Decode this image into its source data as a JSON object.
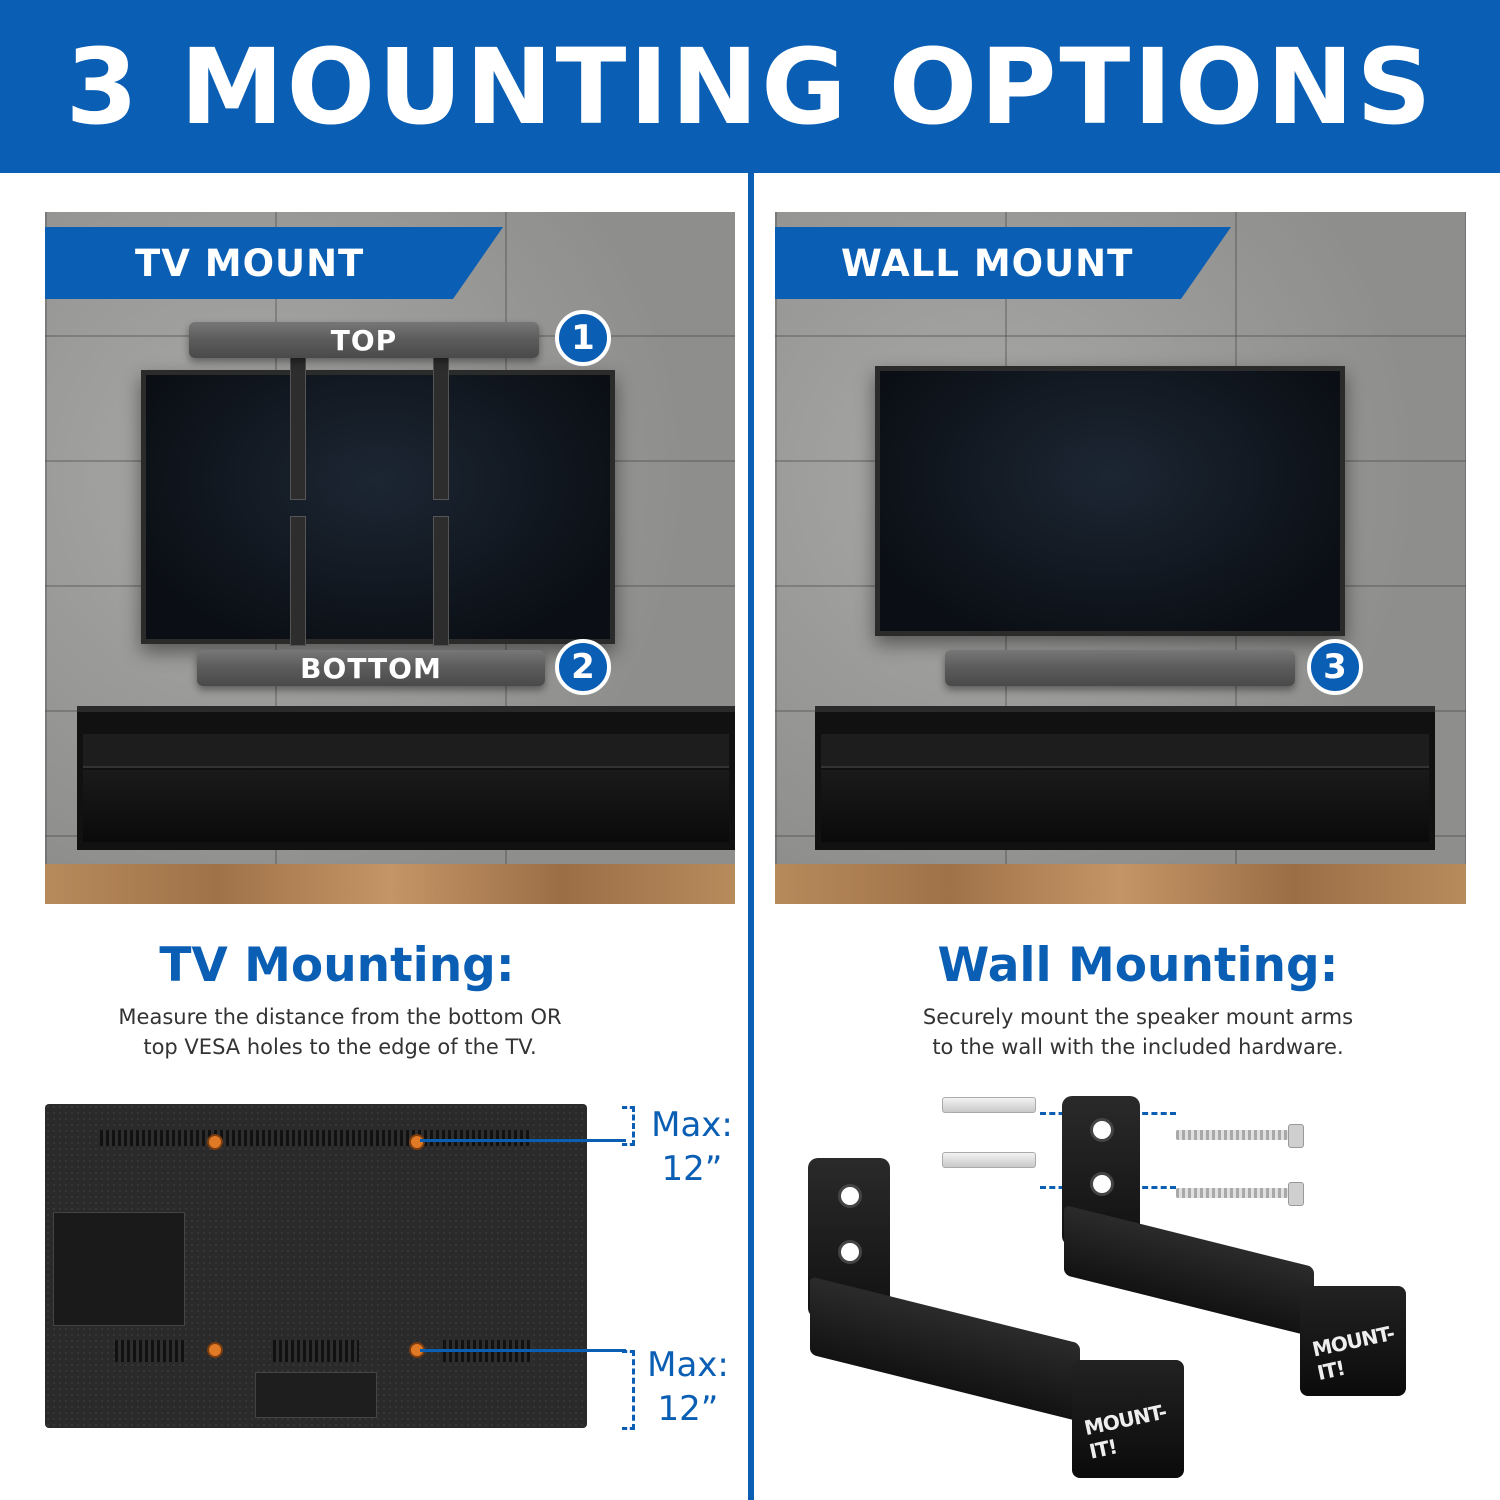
{
  "header": {
    "title": "3 MOUNTING OPTIONS"
  },
  "left_panel": {
    "ribbon": "TV MOUNT",
    "top_label": "TOP",
    "bottom_label": "BOTTOM",
    "badge_top": "1",
    "badge_bottom": "2"
  },
  "right_panel": {
    "ribbon": "WALL MOUNT",
    "badge": "3"
  },
  "tv_mounting": {
    "heading": "TV Mounting:",
    "desc_line1": "Measure the distance from the bottom OR",
    "desc_line2": "top VESA holes to the edge of the TV.",
    "max_top_label": "Max:",
    "max_top_value": "12”",
    "max_bottom_label": "Max:",
    "max_bottom_value": "12”"
  },
  "wall_mounting": {
    "heading": "Wall Mounting:",
    "desc_line1": "Securely mount the speaker mount arms",
    "desc_line2": "to the wall with the included hardware.",
    "logo": "MOUNT-IT!"
  },
  "colors": {
    "brand_blue": "#0a5eb3",
    "vesa_hole": "#e07a26"
  }
}
